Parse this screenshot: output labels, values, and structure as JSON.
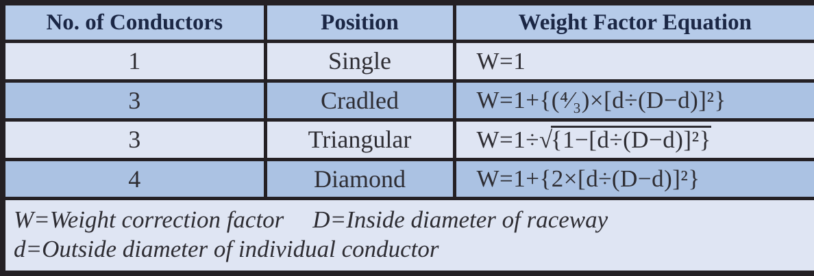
{
  "table": {
    "headers": {
      "conductors": "No. of Conductors",
      "position": "Position",
      "equation": "Weight Factor Equation"
    },
    "rows": [
      {
        "conductors": "1",
        "position": "Single",
        "equation": "W=1"
      },
      {
        "conductors": "3",
        "position": "Cradled",
        "equation": "W=1+{(⁴⁄₃)×[d÷(D−d)]²}"
      },
      {
        "conductors": "3",
        "position": "Triangular",
        "equation_prefix": "W=1÷√",
        "equation_radicand": "{1−[d÷(D−d)]²}"
      },
      {
        "conductors": "4",
        "position": "Diamond",
        "equation": "W=1+{2×[d÷(D−d)]²}"
      }
    ],
    "footnote": {
      "line1_left": "W=Weight correction factor",
      "line1_right": "D=Inside diameter of raceway",
      "line2": "d=Outside diameter of individual conductor"
    }
  },
  "colors": {
    "border": "#242024",
    "header_bg": "#b6cbe9",
    "row_light_bg": "#dfe5f3",
    "row_medium_bg": "#abc2e3",
    "header_text": "#1b2745",
    "body_text": "#2e2d33"
  }
}
